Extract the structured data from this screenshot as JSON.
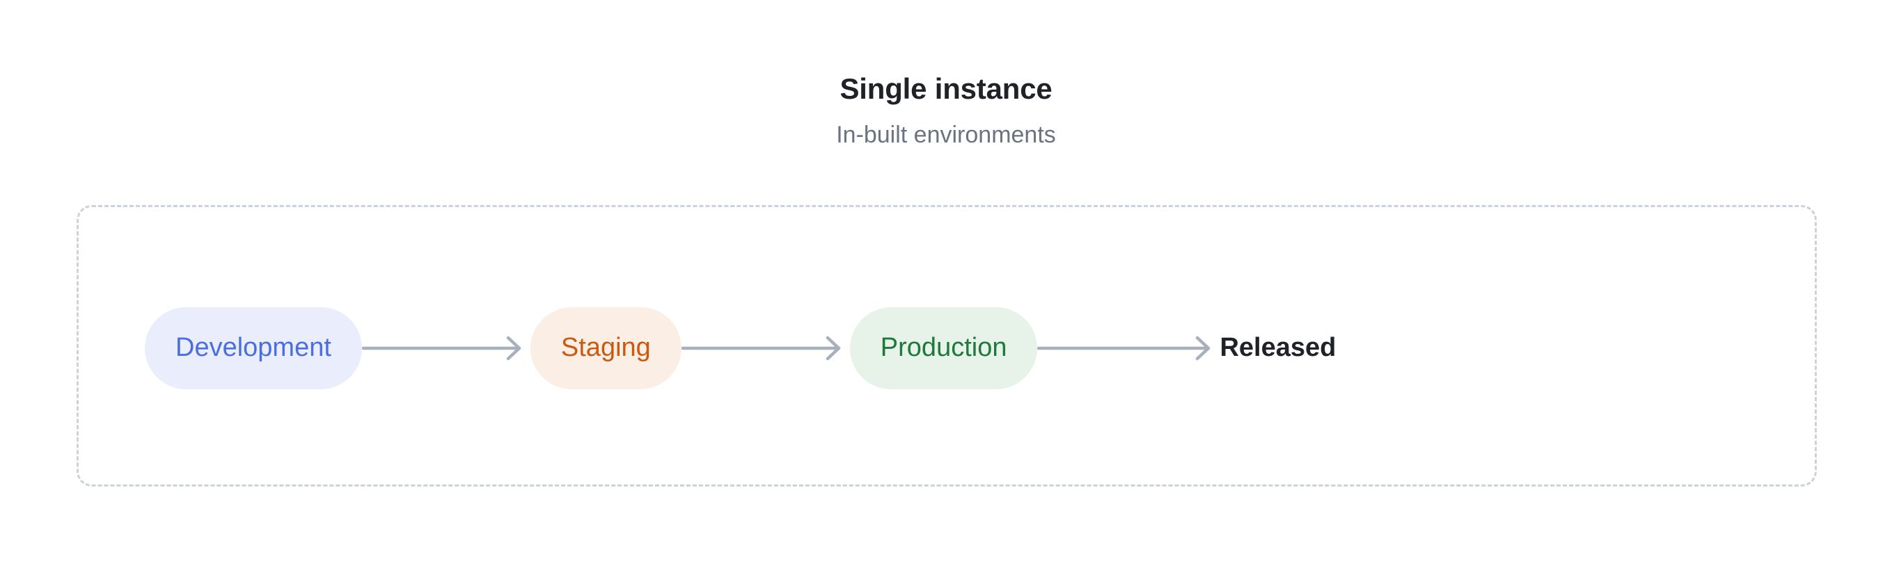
{
  "header": {
    "title": "Single instance",
    "subtitle": "In-built environments"
  },
  "colors": {
    "background": "#ffffff",
    "title_text": "#1f2328",
    "subtitle_text": "#6b7280",
    "container_border": "#ccd2da",
    "arrow": "#a8b0bb",
    "dev_bg": "#eaeefc",
    "dev_text": "#4a6ee0",
    "staging_bg": "#fbeee4",
    "staging_text": "#c95a11",
    "production_bg": "#e7f2e9",
    "production_text": "#1e7a3c",
    "released_text": "#1f2328"
  },
  "flow": {
    "stages": [
      {
        "label": "Development",
        "style": "pill"
      },
      {
        "label": "Staging",
        "style": "pill"
      },
      {
        "label": "Production",
        "style": "pill"
      },
      {
        "label": "Released",
        "style": "plain"
      }
    ],
    "connectors": [
      {
        "icon": "arrow-right-icon"
      },
      {
        "icon": "arrow-right-icon"
      },
      {
        "icon": "arrow-right-icon"
      }
    ]
  }
}
